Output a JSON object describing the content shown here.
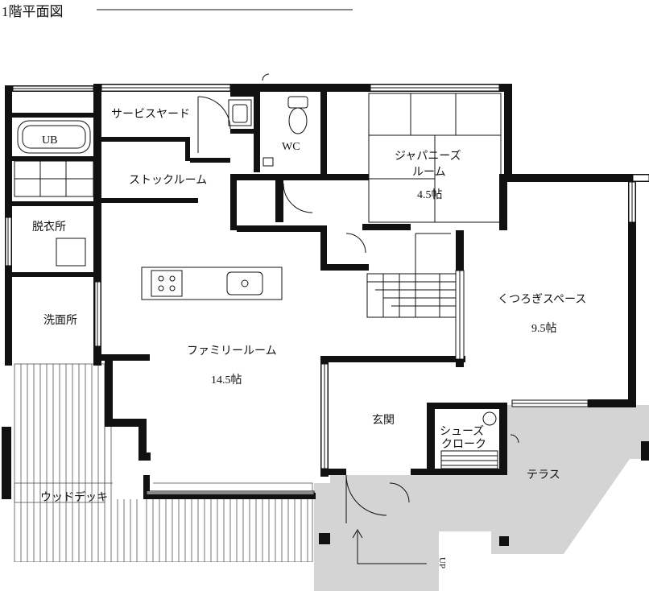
{
  "title": "1階平面図",
  "rooms": {
    "ub": "UB",
    "service_yard": "サービスヤード",
    "wc": "WC",
    "japanese_room": "ジャパニーズ",
    "japanese_room_2": "ルーム",
    "japanese_room_size": "4.5帖",
    "stock_room": "ストックルーム",
    "dressing": "脱衣所",
    "washroom": "洗面所",
    "family_room": "ファミリールーム",
    "family_room_size": "14.5帖",
    "relax_space": "くつろぎスペース",
    "relax_space_size": "9.5帖",
    "entrance": "玄関",
    "shoe_closet": "シューズ",
    "shoe_closet_2": "クローク",
    "terrace": "テラス",
    "wood_deck": "ウッドデッキ",
    "up": "UP"
  }
}
